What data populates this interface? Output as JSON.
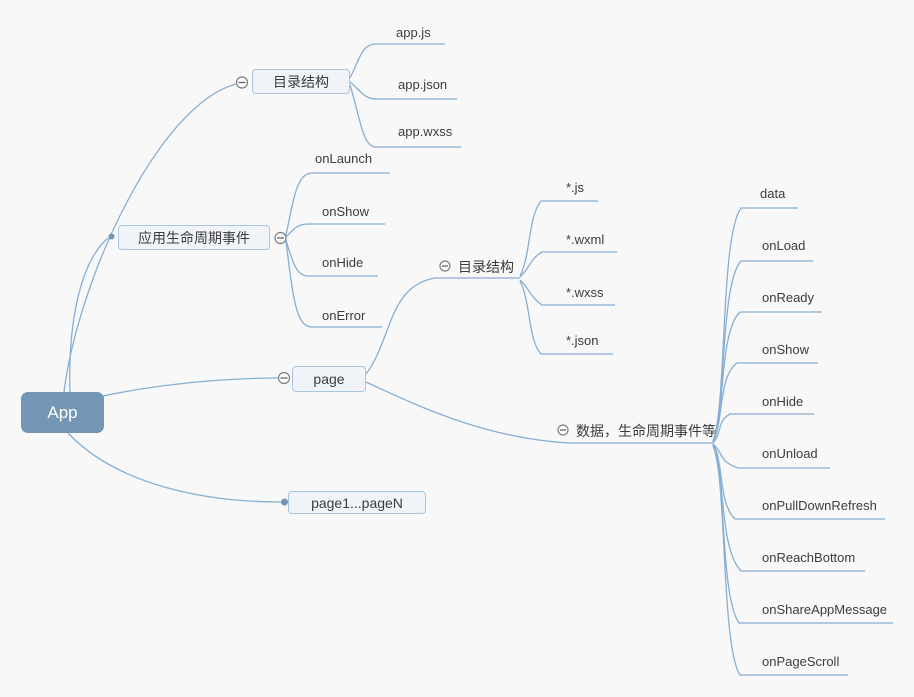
{
  "canvas": {
    "background_color": "#f8f8f8",
    "edge_color": "#87afd3",
    "root_fill_color": "#7396b4",
    "box_fill_color": "#f0f4f8",
    "box_border_color": "#a9c6e0",
    "collapse_icon": "minus-circle-icon",
    "anchor_icon": "dot-icon"
  },
  "mindmap": {
    "root": {
      "label": "App"
    },
    "branches": [
      {
        "label": "目录结构",
        "children": [
          {
            "label": "app.js"
          },
          {
            "label": "app.json"
          },
          {
            "label": "app.wxss"
          }
        ]
      },
      {
        "label": "应用生命周期事件",
        "children": [
          {
            "label": "onLaunch"
          },
          {
            "label": "onShow"
          },
          {
            "label": "onHide"
          },
          {
            "label": "onError"
          }
        ]
      },
      {
        "label": "page",
        "children": [
          {
            "label": "目录结构",
            "children": [
              {
                "label": "*.js"
              },
              {
                "label": "*.wxml"
              },
              {
                "label": "*.wxss"
              },
              {
                "label": "*.json"
              }
            ]
          },
          {
            "label": "数据，生命周期事件等",
            "children": [
              {
                "label": "data"
              },
              {
                "label": "onLoad"
              },
              {
                "label": "onReady"
              },
              {
                "label": "onShow"
              },
              {
                "label": "onHide"
              },
              {
                "label": "onUnload"
              },
              {
                "label": "onPullDownRefresh"
              },
              {
                "label": "onReachBottom"
              },
              {
                "label": "onShareAppMessage"
              },
              {
                "label": "onPageScroll"
              }
            ]
          }
        ]
      },
      {
        "label": "page1...pageN"
      }
    ]
  }
}
